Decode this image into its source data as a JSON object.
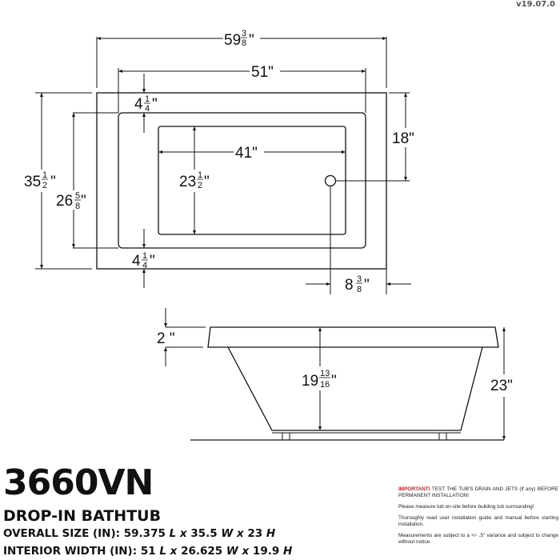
{
  "version": "v19.07.0",
  "product": {
    "model": "3660VN",
    "type": "DROP-IN BATHTUB",
    "overall_size": {
      "label": "OVERALL SIZE (IN):",
      "length": "59.375",
      "width": "35.5",
      "height": "23",
      "l_unit": "L",
      "w_unit": "W",
      "h_unit": "H",
      "sep": "x"
    },
    "interior_width": {
      "label": "INTERIOR WIDTH (IN):",
      "length": "51",
      "width": "26.625",
      "height": "19.9",
      "l_unit": "L",
      "w_unit": "W",
      "h_unit": "H",
      "sep": "x"
    }
  },
  "notes": {
    "important_label": "IMPORTANT!",
    "important_text": " TEST THE TUB'S DRAIN AND JETS (if any) BEFORE PERMANENT INSTALLATION!",
    "note_1": "Please measure tub on-site before building tub surrounding!",
    "note_2": "Thoroughly read user installation guide and manual before starting installation.",
    "note_3": "Measurements are subject to a +/- .5\" variance and subject to change without notice."
  },
  "top_view": {
    "overall_length": {
      "whole": "59",
      "num": "3",
      "den": "8",
      "unit": "\""
    },
    "interior_length": {
      "text": "51\""
    },
    "rim_top": {
      "whole": "4",
      "num": "1",
      "den": "4",
      "unit": "\""
    },
    "rim_bottom": {
      "whole": "4",
      "num": "1",
      "den": "4",
      "unit": "\""
    },
    "basin_length": {
      "text": "41\""
    },
    "drain_from_top": {
      "text": "18\""
    },
    "overall_width": {
      "whole": "35",
      "num": "1",
      "den": "2",
      "unit": "\""
    },
    "interior_width": {
      "whole": "26",
      "num": "5",
      "den": "8",
      "unit": "\""
    },
    "basin_width": {
      "whole": "23",
      "num": "1",
      "den": "2",
      "unit": "\""
    },
    "drain_from_end": {
      "whole": "8",
      "num": "3",
      "den": "8",
      "unit": "\""
    }
  },
  "side_view": {
    "rim_height": {
      "text": "2 \""
    },
    "interior_depth": {
      "whole": "19",
      "num": "13",
      "den": "16",
      "unit": "\""
    },
    "overall_height": {
      "text": "23\""
    }
  },
  "colors": {
    "line": "#111111",
    "important": "#d32027"
  }
}
